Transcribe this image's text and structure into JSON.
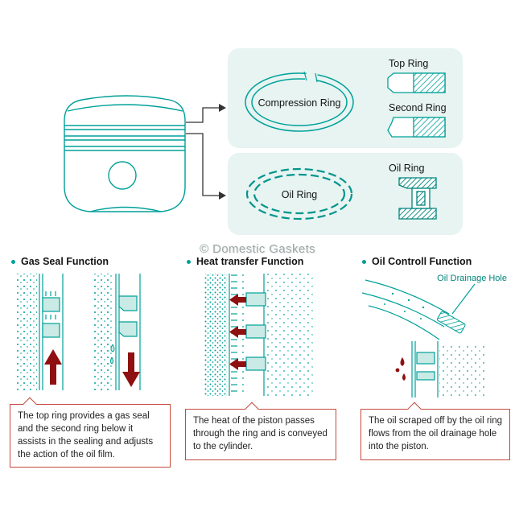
{
  "watermark": "© Domestic Gaskets",
  "top_diagram": {
    "compression_label": "Compression Ring",
    "oil_label": "Oil Ring",
    "top_ring_label": "Top Ring",
    "second_ring_label": "Second Ring",
    "oil_ring_cs_label": "Oil Ring"
  },
  "sections": [
    {
      "title": "Gas Seal Function",
      "caption": "The top ring provides a gas seal and the second ring below it assists in the sealing and adjusts the action of the oil film."
    },
    {
      "title": "Heat transfer Function",
      "caption": "The heat of the piston passes through the ring and is conveyed to the cylinder."
    },
    {
      "title": "Oil Controll Function",
      "caption": "The oil scraped off by the oil ring flows from the oil drainage hole into the piston.",
      "annotation": "Oil Drainage Hole"
    }
  ],
  "colors": {
    "teal": "#00A099",
    "teal_dark": "#00857C",
    "panel_fill": "#E7F4F1",
    "ring_fill": "#C9EAE5",
    "dark_red": "#8F1010",
    "caption_border": "#C4493E",
    "text": "#141414"
  }
}
